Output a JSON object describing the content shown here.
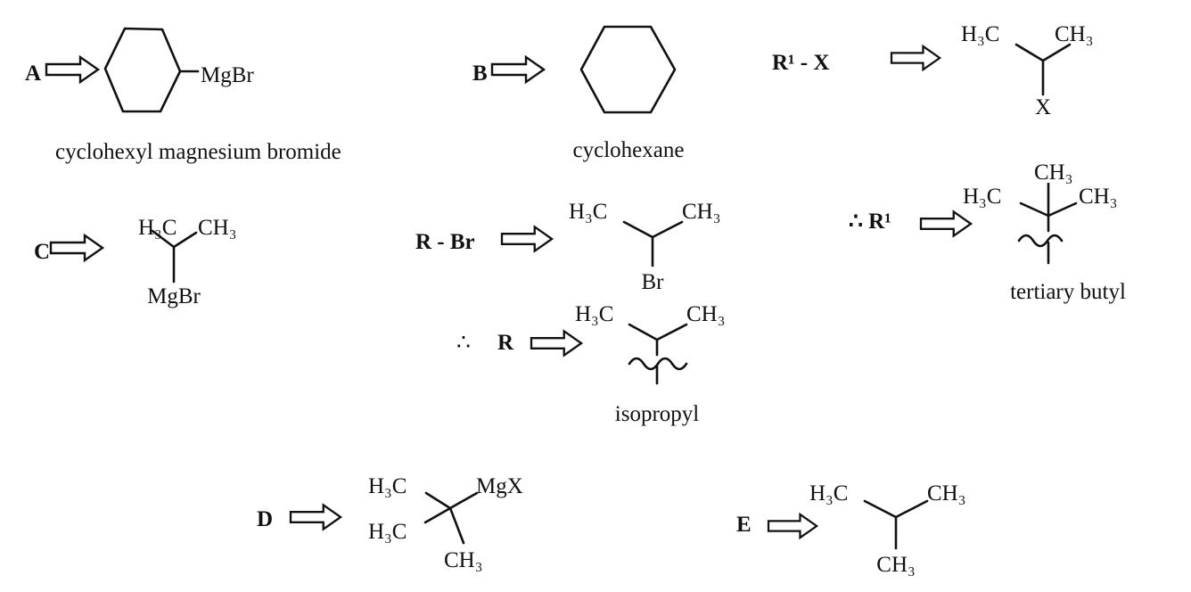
{
  "A": {
    "label": "A",
    "substituent": "MgBr",
    "name": "cyclohexyl magnesium bromide"
  },
  "B": {
    "label": "B",
    "name": "cyclohexane"
  },
  "R1X": {
    "label": "R¹ - X",
    "left": "H₃C",
    "right": "CH₃",
    "bottom": "X"
  },
  "C": {
    "label": "C",
    "left": "H₃C",
    "right": "CH₃",
    "bottom": "MgBr"
  },
  "RBr": {
    "label": "R - Br",
    "left": "H₃C",
    "right": "CH₃",
    "bottom": "Br"
  },
  "R": {
    "therefore": "∴",
    "label": "R",
    "left": "H₃C",
    "right": "CH₃",
    "name": "isopropyl"
  },
  "R1": {
    "label": "∴ R¹",
    "top": "CH₃",
    "left": "H₃C",
    "right": "CH₃",
    "name": "tertiary butyl"
  },
  "D": {
    "label": "D",
    "top_left": "H₃C",
    "top_right": "MgX",
    "bottom_left": "H₃C",
    "bottom": "CH₃"
  },
  "E": {
    "label": "E",
    "left": "H₃C",
    "right": "CH₃",
    "bottom": "CH₃"
  }
}
